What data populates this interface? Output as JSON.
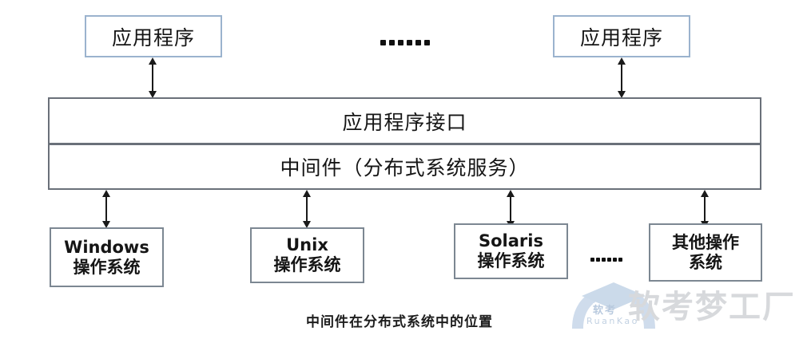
{
  "diagram": {
    "caption": "中间件在分布式系统中的位置",
    "applications": [
      {
        "label": "应用程序"
      },
      {
        "label": "应用程序"
      }
    ],
    "top_ellipsis": "……",
    "layers": [
      {
        "label": "应用程序接口"
      },
      {
        "label": "中间件（分布式系统服务）"
      }
    ],
    "operating_systems": [
      {
        "name": "Windows",
        "suffix": "操作系统"
      },
      {
        "name": "Unix",
        "suffix": "操作系统"
      },
      {
        "name": "Solaris",
        "suffix": "操作系统"
      },
      {
        "name": "其他操作",
        "suffix": "系统"
      }
    ],
    "bottom_ellipsis": "……",
    "colors": {
      "app_box_border": "#9bb3ce",
      "layer_border": "#6a7079",
      "os_box_border": "#7c8792",
      "arrow": "#1a1a1a",
      "text": "#151515",
      "watermark_gray": "#d7d9dc",
      "watermark_blue": "#c3d4e8"
    }
  },
  "watermark": {
    "big_text": "软考梦工厂",
    "logo_label": "软考",
    "logo_sub": "RuanKao"
  }
}
